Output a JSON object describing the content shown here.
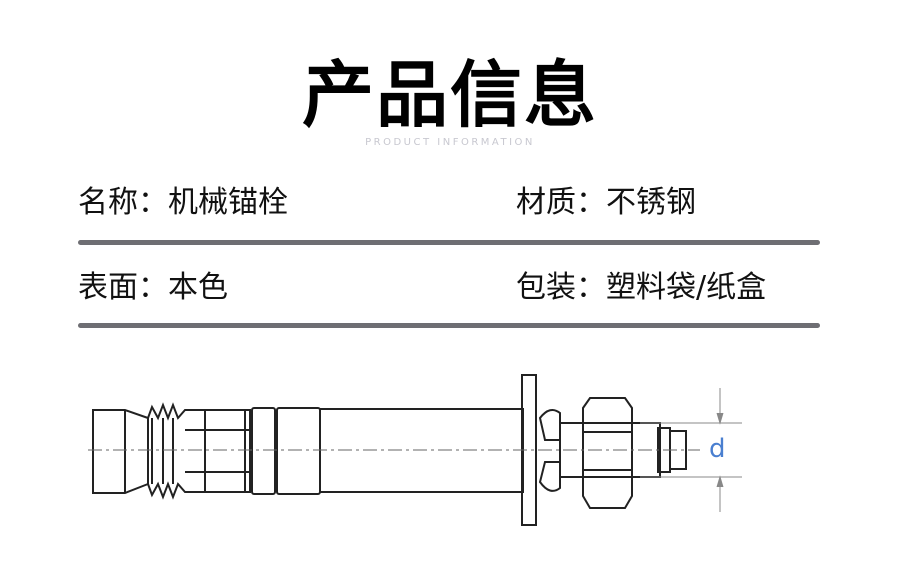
{
  "header": {
    "title": "产品信息",
    "subtitle": "PRODUCT INFORMATION"
  },
  "specs": [
    {
      "label": "名称：",
      "value": "机械锚栓"
    },
    {
      "label": "材质：",
      "value": "不锈钢"
    },
    {
      "label": "表面：",
      "value": "本色"
    },
    {
      "label": "包装：",
      "value": "塑料袋/纸盒"
    }
  ],
  "drawing": {
    "dimension_label": "d",
    "dimension_color": "#4a7fd0"
  }
}
